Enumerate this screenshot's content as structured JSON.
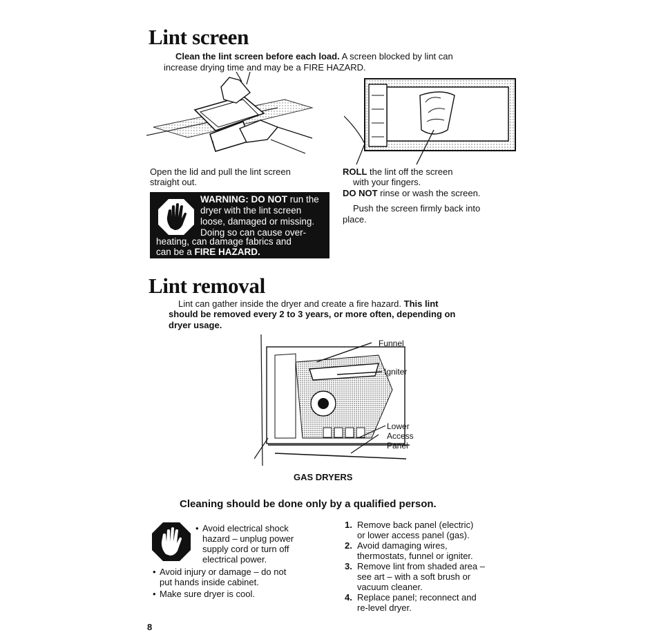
{
  "lint_screen": {
    "heading": "Lint screen",
    "intro_bold": "Clean the lint screen before each load.",
    "intro_rest_line1": " A screen blocked by lint can",
    "intro_line2": "increase drying time and may be a FIRE HAZARD.",
    "left_caption_line1": "Open the lid and pull the lint screen",
    "left_caption_line2": "straight out.",
    "warning": {
      "bold": "WARNING: DO NOT",
      "line1_rest": " run the",
      "line2": "dryer with the lint screen",
      "line3": "loose, damaged or missing.",
      "line4": "Doing so can cause over-",
      "line5": "heating, can damage fabrics and",
      "line6_pre": "can be a ",
      "line6_bold": "FIRE HAZARD."
    },
    "right": {
      "roll_bold": "ROLL",
      "roll_rest": " the lint off the screen",
      "roll_line2": "with your fingers.",
      "donot_bold": "DO NOT",
      "donot_rest": " rinse or wash the screen.",
      "push_line1": "Push the screen firmly back into",
      "push_line2": "place."
    }
  },
  "lint_removal": {
    "heading": "Lint removal",
    "intro_line1": "Lint can gather inside the dryer and create a fire hazard. ",
    "intro_bold1": "This lint",
    "intro_bold2": "should be removed every 2 to 3 years, or more often, depending on",
    "intro_bold3": "dryer usage.",
    "labels": {
      "funnel": "Funnel",
      "igniter": "Igniter",
      "lower": "Lower",
      "access": "Access",
      "panel": "Panel"
    },
    "figure_caption": "GAS DRYERS",
    "qualified": "Cleaning should be done only by a qualified person.",
    "bullets": {
      "b1_line1": "Avoid electrical shock",
      "b1_line2": "hazard – unplug power",
      "b1_line3": "supply cord or turn off",
      "b1_line4": "electrical power.",
      "b2_line1": "Avoid injury or damage – do not",
      "b2_line2": "put hands inside cabinet.",
      "b3": "Make sure dryer is cool."
    },
    "steps": [
      {
        "num": "1.",
        "l1": "Remove back panel (electric)",
        "l2": "or lower access panel (gas)."
      },
      {
        "num": "2.",
        "l1": "Avoid damaging wires,",
        "l2": "thermostats, funnel or igniter."
      },
      {
        "num": "3.",
        "l1": "Remove lint from shaded area –",
        "l2": "see art – with a soft brush or",
        "l3": "vacuum cleaner."
      },
      {
        "num": "4.",
        "l1": "Replace panel; reconnect and",
        "l2": "re-level dryer."
      }
    ]
  },
  "page_number": "8",
  "icons": {
    "warning_hand": "stop-hand-icon",
    "caution_hand": "stop-hand-icon"
  }
}
